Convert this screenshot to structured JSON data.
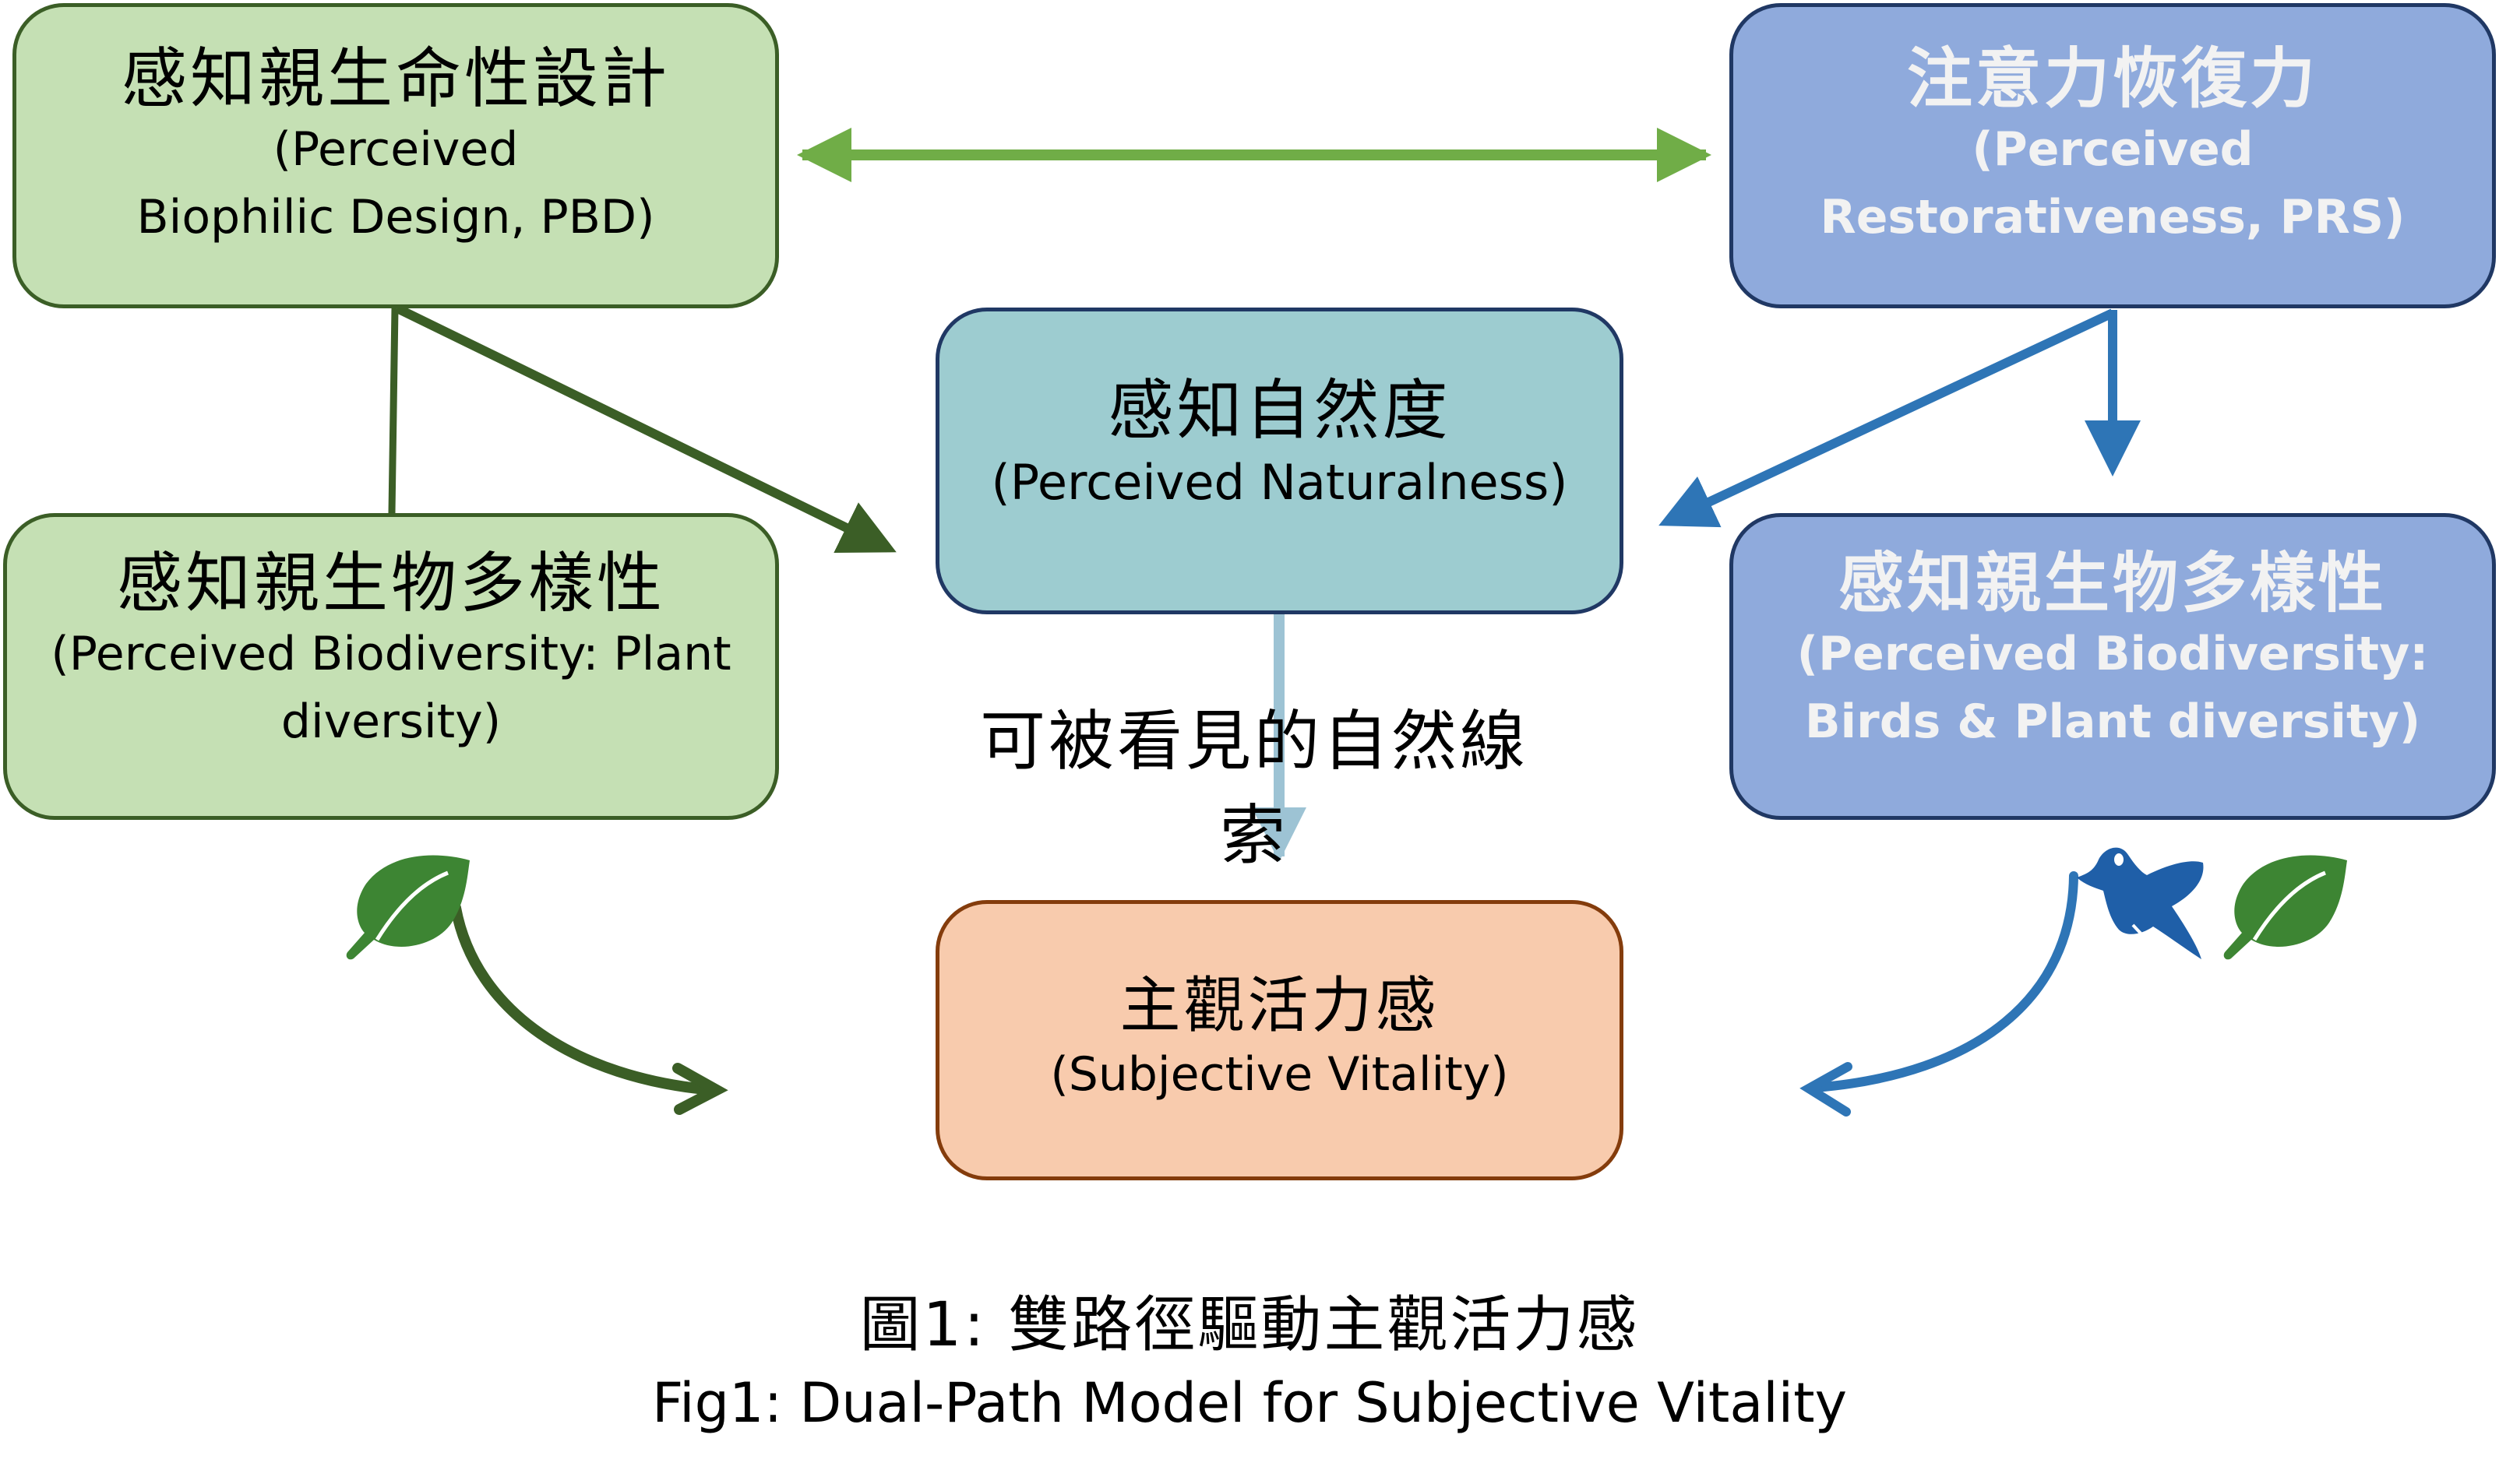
{
  "colors": {
    "pbd_arrow": "#3B5E26",
    "bidirectional_arrow": "#70AD47",
    "prs_arrow": "#2E75B6",
    "cue_arrow": "#9DC3D4",
    "leaf": "#3D8533",
    "bird": "#1F5FA8"
  },
  "nodes": {
    "pbd": {
      "zh": "感知親生命性設計",
      "en_lines": [
        "(Perceived",
        "Biophilic Design, PBD)"
      ]
    },
    "prs": {
      "zh": "注意力恢復力",
      "en_lines": [
        "(Perceived",
        "Restorativeness, PRS)"
      ]
    },
    "nat": {
      "zh": "感知自然度",
      "en_lines": [
        "(Perceived Naturalness)"
      ]
    },
    "bio_l": {
      "zh": "感知親生物多樣性",
      "en_lines": [
        "(Perceived Biodiversity: Plant",
        "diversity)"
      ]
    },
    "bio_r": {
      "zh": "感知親生物多樣性",
      "en_lines": [
        "(Perceived Biodiversity:",
        "Birds & Plant diversity)"
      ]
    },
    "vit": {
      "zh": "主觀活力感",
      "en_lines": [
        "(Subjective Vitality)"
      ]
    }
  },
  "edges": [
    {
      "from": "pbd",
      "to": "prs",
      "style": "bidirectional"
    },
    {
      "from": "pbd",
      "to": "bio_l"
    },
    {
      "from": "pbd",
      "to": "nat"
    },
    {
      "from": "prs",
      "to": "nat"
    },
    {
      "from": "prs",
      "to": "bio_r"
    },
    {
      "from": "nat",
      "to": "vit",
      "label": "可被看見的自然線索"
    },
    {
      "from": "bio_l",
      "to": "vit",
      "style": "curved"
    },
    {
      "from": "bio_r",
      "to": "vit",
      "style": "curved"
    }
  ],
  "edge_label": "可被看見的自然線索",
  "icons": {
    "left": [
      "leaf-icon"
    ],
    "right": [
      "bird-icon",
      "leaf-icon"
    ]
  },
  "caption": {
    "zh": "圖1: 雙路徑驅動主觀活力感",
    "en": "Fig1: Dual-Path Model for Subjective Vitality"
  }
}
